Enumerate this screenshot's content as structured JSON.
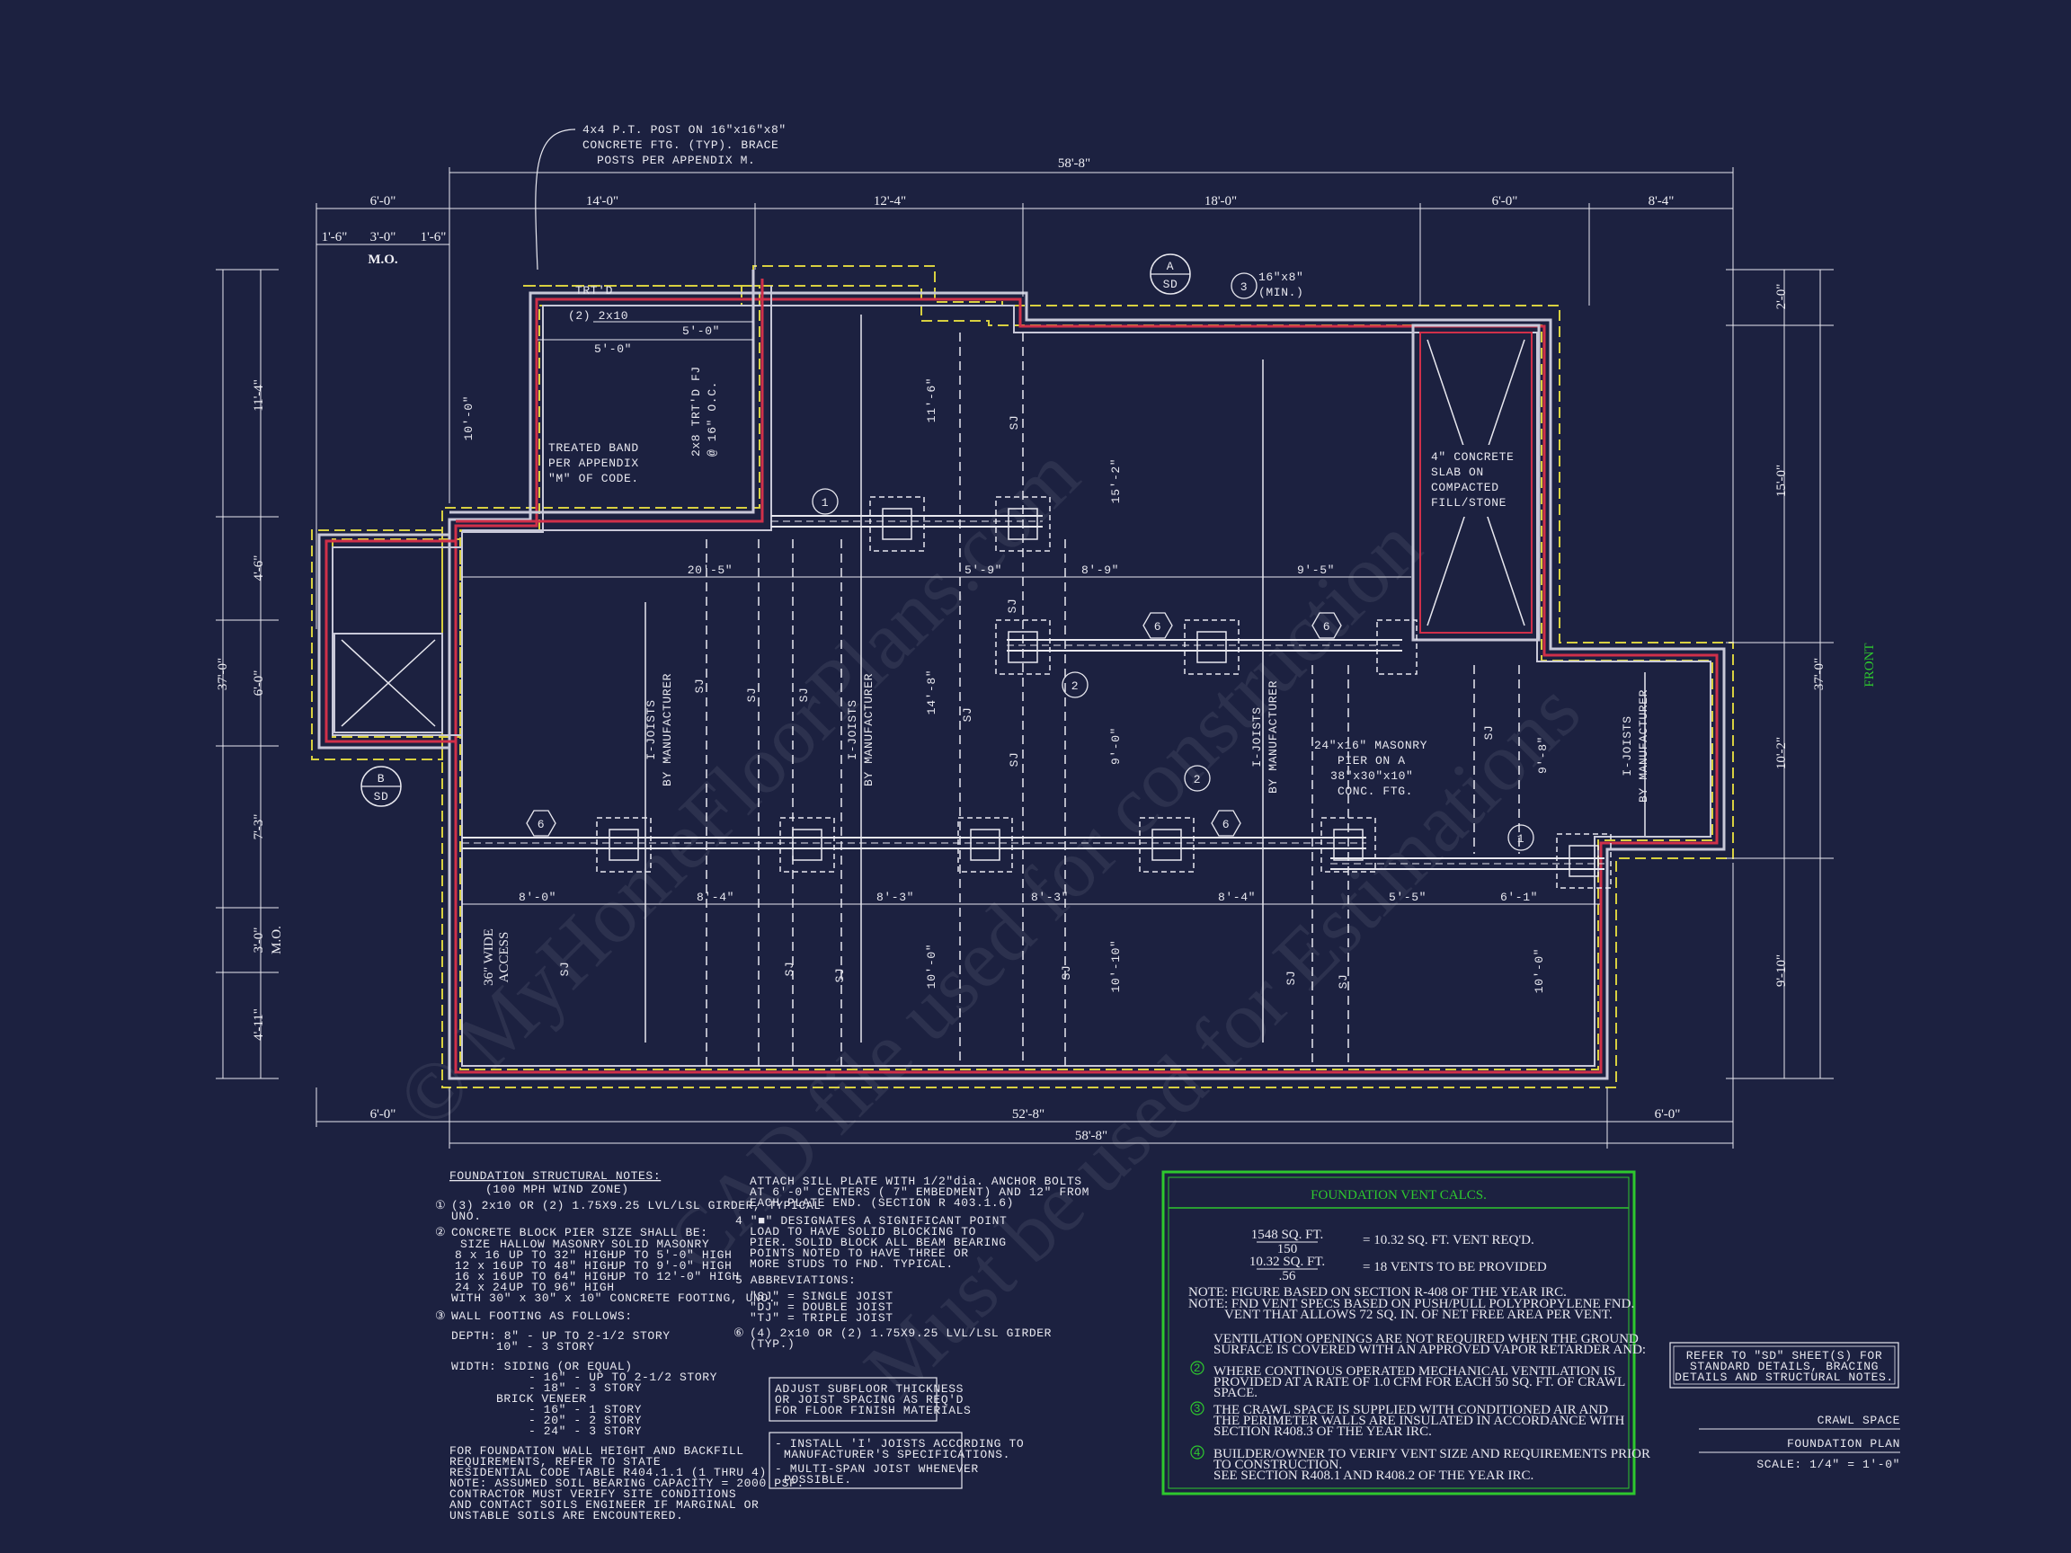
{
  "colors": {
    "background": "#1c2140",
    "wall": "#c8c8d8",
    "wall_red": "#d0304a",
    "footing": "#d8d040",
    "accent": "#2ec82e",
    "line": "#e8e8ef"
  },
  "callouts": {
    "post_note": [
      "4x4 P.T. POST ON 16\"x16\"x8\"",
      "CONCRETE FTG. (TYP). BRACE",
      "POSTS PER APPENDIX M."
    ],
    "trtd": "TRT'D",
    "trtd_2x10": "(2) 2x10",
    "section_a": "A",
    "section_b": "B",
    "sd": "SD",
    "slab_size": "16\"x8\"",
    "slab_min": "(MIN.)",
    "band_note": [
      "TREATED BAND",
      "PER APPENDIX",
      "\"M\" OF CODE."
    ],
    "trtd_fj": [
      "2x8 TRT'D FJ",
      "@ 16\" O.C."
    ],
    "concrete_slab": [
      "4\" CONCRETE",
      "SLAB ON",
      "COMPACTED",
      "FILL/STONE"
    ],
    "masonry_pier": [
      "24\"x16\" MASONRY",
      "PIER ON A",
      "38\"x30\"x10\"",
      "CONC. FTG."
    ],
    "access": [
      "36\" WIDE",
      "ACCESS"
    ],
    "front": "FRONT",
    "mo": "M.O.",
    "i_joists": "I-JOISTS",
    "by_mfr": "BY MANUFACTURER",
    "sj": "SJ"
  },
  "markers": {
    "n1": "1",
    "n2": "2",
    "n3": "3",
    "n6": "6"
  },
  "dims_top": [
    "58'-8\"",
    "6'-0\"",
    "14'-0\"",
    "12'-4\"",
    "18'-0\"",
    "6'-0\"",
    "8'-4\"",
    "1'-6\"",
    "3'-0\"",
    "1'-6\""
  ],
  "dims_bottom": [
    "6'-0\"",
    "52'-8\"",
    "6'-0\"",
    "58'-8\""
  ],
  "dims_left": [
    "11'-4\"",
    "4'-6\"",
    "37'-0\"",
    "6'-0\"",
    "7'-3\"",
    "3'-0\"",
    "4'-11\"",
    "M.O."
  ],
  "dims_right": [
    "2'-0\"",
    "15'-0\"",
    "37'-0\"",
    "10'-2\"",
    "9'-10\""
  ],
  "dims_inner": [
    "5'-0\"",
    "5'-0\"",
    "10'-0\"",
    "11'-6\"",
    "15'-2\"",
    "20'-5\"",
    "5'-9\"",
    "8'-9\"",
    "9'-5\"",
    "14'-8\"",
    "9'-0\"",
    "9'-8\"",
    "8'-0\"",
    "8'-4\"",
    "8'-3\"",
    "8'-3\"",
    "8'-4\"",
    "5'-5\"",
    "6'-1\"",
    "10'-0\"",
    "10'-10\"",
    "10'-0\""
  ],
  "notes_left": {
    "title": "FOUNDATION STRUCTURAL NOTES:",
    "subtitle": "(100 MPH WIND ZONE)",
    "n1": [
      "(3) 2x10 OR (2) 1.75X9.25 LVL/LSL GIRDER, TYPICAL",
      "UNO."
    ],
    "n2_head": "CONCRETE BLOCK PIER SIZE SHALL BE:",
    "n2_table": [
      [
        "SIZE",
        "HALLOW MASONRY",
        "SOLID MASONRY"
      ],
      [
        "8 x 16",
        "UP TO 32\" HIGH",
        "UP TO 5'-0\" HIGH"
      ],
      [
        "12 x 16",
        "UP TO 48\" HIGH",
        "UP TO 9'-0\" HIGH"
      ],
      [
        "16 x 16",
        "UP TO 64\" HIGH",
        "UP TO 12'-0\" HIGH"
      ],
      [
        "24 x 24",
        "UP TO 96\" HIGH",
        ""
      ]
    ],
    "n2_tail": "WITH 30\" x 30\" x 10\" CONCRETE FOOTING, UNO.",
    "n3_head": "WALL FOOTING AS FOLLOWS:",
    "depth": [
      "DEPTH:  8\" - UP TO 2-1/2 STORY",
      "10\" - 3 STORY"
    ],
    "width_head": "WIDTH:  SIDING (OR EQUAL)",
    "width_siding": [
      "- 16\" - UP TO 2-1/2 STORY",
      "- 18\" - 3 STORY"
    ],
    "brick_head": "BRICK VENEER",
    "brick": [
      "- 16\" - 1 STORY",
      "- 20\" - 2 STORY",
      "- 24\" - 3 STORY"
    ],
    "tail": [
      "FOR FOUNDATION WALL HEIGHT AND BACKFILL",
      "REQUIREMENTS, REFER TO STATE",
      "RESIDENTIAL CODE TABLE R404.1.1 (1 THRU 4)",
      "NOTE: ASSUMED SOIL BEARING CAPACITY = 2000 PSF.",
      "CONTRACTOR MUST VERIFY SITE CONDITIONS",
      "AND CONTACT SOILS ENGINEER IF MARGINAL OR",
      "UNSTABLE SOILS ARE ENCOUNTERED."
    ]
  },
  "notes_mid": {
    "attach": [
      "ATTACH SILL PLATE WITH 1/2\"dia. ANCHOR BOLTS",
      "AT 6'-0\" CENTERS ( 7\" EMBEDMENT) AND 12\" FROM",
      "EACH PLATE END. (SECTION R 403.1.6)"
    ],
    "n4": [
      "4  \"■\" DESIGNATES A SIGNIFICANT POINT",
      "LOAD TO HAVE SOLID BLOCKING TO",
      "PIER. SOLID BLOCK ALL BEAM BEARING",
      "POINTS NOTED TO HAVE THREE OR",
      "MORE STUDS TO FND. TYPICAL."
    ],
    "n5": "5  ABBREVIATIONS:",
    "abbr": [
      "\"SJ\" = SINGLE JOIST",
      "\"DJ\" = DOUBLE JOIST",
      "\"TJ\" = TRIPLE JOIST"
    ],
    "n6": [
      "(4) 2x10 OR (2) 1.75X9.25 LVL/LSL GIRDER",
      "(TYP.)"
    ],
    "box1": [
      "ADJUST SUBFLOOR THICKNESS",
      "OR JOIST SPACING AS REQ'D",
      "FOR FLOOR FINISH MATERIALS"
    ],
    "box2": [
      "- INSTALL 'I' JOISTS ACCORDING TO",
      "MANUFACTURER'S SPECIFICATIONS.",
      "- MULTI-SPAN JOIST WHENEVER",
      "POSSIBLE."
    ]
  },
  "vent": {
    "title": "FOUNDATION VENT CALCS.",
    "r1_num": "1548 SQ. FT.",
    "r1_den": "150",
    "r1_res": "= 10.32   SQ. FT. VENT REQ'D.",
    "r2_num": "10.32 SQ. FT.",
    "r2_den": ".56",
    "r2_res": "= 18    VENTS TO BE PROVIDED",
    "note1": "NOTE: FIGURE BASED ON SECTION R-408 OF THE YEAR IRC.",
    "note2": [
      "NOTE: FND VENT SPECS BASED ON PUSH/PULL POLYPROPYLENE FND.",
      "VENT THAT ALLOWS 72 SQ. IN. OF NET FREE AREA PER VENT."
    ],
    "vent_openings": [
      "VENTILATION OPENINGS ARE NOT REQUIRED WHEN THE GROUND",
      "SURFACE IS COVERED WITH AN APPROVED VAPOR RETARDER AND:"
    ],
    "item2": [
      "WHERE CONTINOUS OPERATED MECHANICAL VENTILATION IS",
      "PROVIDED AT A RATE OF 1.0 CFM FOR EACH 50 SQ. FT. OF CRAWL",
      "SPACE."
    ],
    "item3": [
      "THE CRAWL SPACE IS SUPPLIED WITH CONDITIONED AIR AND",
      "THE PERIMETER WALLS ARE INSULATED IN ACCORDANCE WITH",
      "SECTION R408.3 OF THE YEAR IRC."
    ],
    "item4": [
      "BUILDER/OWNER TO VERIFY VENT SIZE AND REQUIREMENTS PRIOR",
      "TO CONSTRUCTION.",
      "SEE SECTION R408.1 AND R408.2 OF THE YEAR IRC."
    ],
    "c2": "2",
    "c3": "3",
    "c4": "4"
  },
  "refer": [
    "REFER TO \"SD\" SHEET(S) FOR",
    "STANDARD DETAILS, BRACING",
    "DETAILS AND STRUCTURAL NOTES."
  ],
  "title_block": {
    "line1": "CRAWL SPACE",
    "line2": "FOUNDATION PLAN",
    "scale": "SCALE: 1/4\" = 1'-0\""
  },
  "watermark": [
    "© MyHomeFloorPlans.com",
    "CAD file used for construction",
    "Must be used for Estimations"
  ]
}
